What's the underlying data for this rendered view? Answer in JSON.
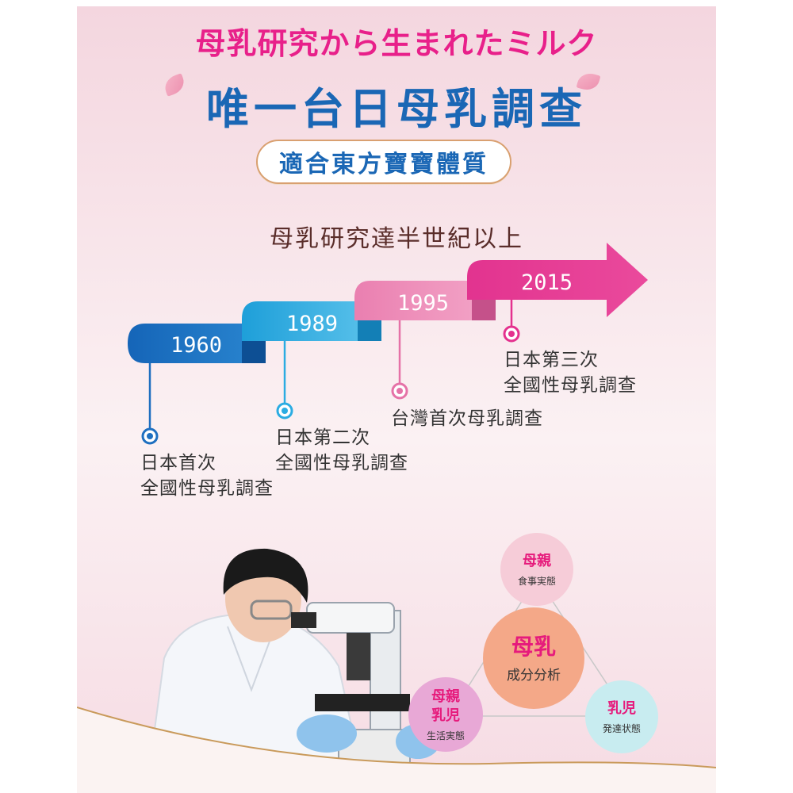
{
  "header": {
    "title_jp": "母乳研究から生まれたミルク",
    "title_main": "唯一台日母乳調查",
    "badge": "適合東方寶寶體質"
  },
  "timeline": {
    "heading": "母乳研究達半世紀以上",
    "events": [
      {
        "year": "1960",
        "line1": "日本首次",
        "line2": "全國性母乳調查",
        "color": "#1e6fc0"
      },
      {
        "year": "1989",
        "line1": "日本第二次",
        "line2": "全國性母乳調查",
        "color": "#2bace2"
      },
      {
        "year": "1995",
        "line1": "台灣首次母乳調查",
        "line2": "",
        "color": "#e572a7"
      },
      {
        "year": "2015",
        "line1": "日本第三次",
        "line2": "全國性母乳調查",
        "color": "#e4318e"
      }
    ]
  },
  "diagram": {
    "top": {
      "title": "母親",
      "sub": "食事実態",
      "color": "#f6ccd8"
    },
    "center": {
      "title": "母乳",
      "sub": "成分分析",
      "color": "#f4a888"
    },
    "left": {
      "title1": "母親",
      "title2": "乳児",
      "sub": "生活実態",
      "color": "#e8a8d6"
    },
    "right": {
      "title": "乳児",
      "sub": "発達状態",
      "color": "#c8ecf0"
    }
  }
}
